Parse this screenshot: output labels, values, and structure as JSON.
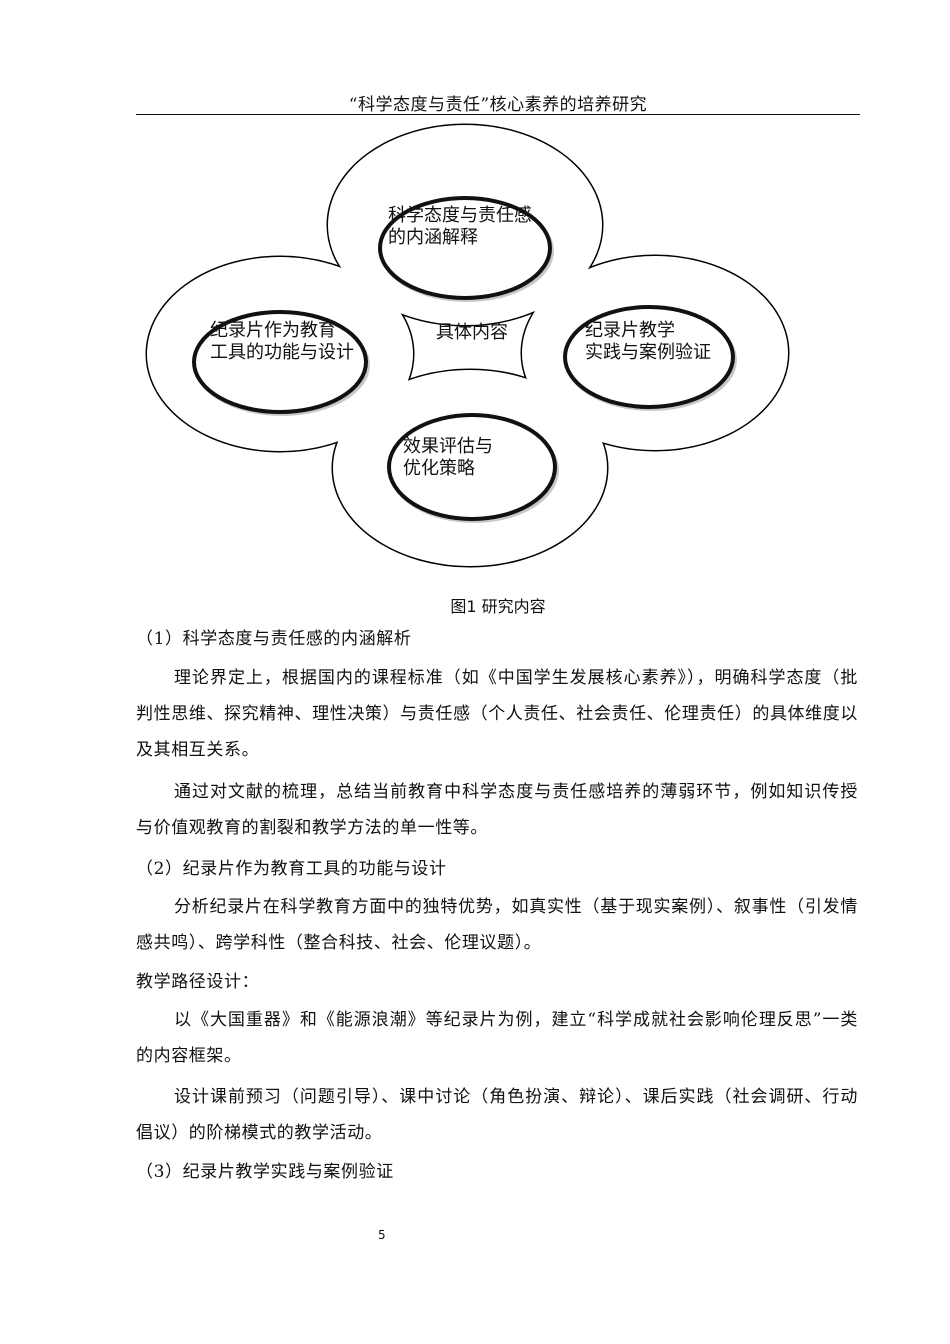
{
  "header": {
    "title": "“科学态度与责任”核心素养的培养研究"
  },
  "figure": {
    "center_label": "具体内容",
    "top_label": [
      "科学态度与责任感",
      "的内涵解释"
    ],
    "left_label": [
      "纪录片作为教育",
      "工具的功能与设计"
    ],
    "right_label": [
      "纪录片教学",
      "实践与案例验证"
    ],
    "bottom_label": [
      "效果评估与",
      "优化策略"
    ],
    "caption": "图1  研究内容"
  },
  "body": {
    "heading_1": "（1）科学态度与责任感的内涵解析",
    "p1": "理论界定上，根据国内的课程标准（如《中国学生发展核心素养》），明确科学态度（批判性思维、探究精神、理性决策）与责任感（个人责任、社会责任、伦理责任）的具体维度以及其相互关系。",
    "p2": "通过对文献的梳理，总结当前教育中科学态度与责任感培养的薄弱环节，例如知识传授与价值观教育的割裂和教学方法的单一性等。",
    "heading_2": "（2）纪录片作为教育工具的功能与设计",
    "p3": "分析纪录片在科学教育方面中的独特优势，如真实性（基于现实案例）、叙事性（引发情感共鸣）、跨学科性（整合科技、社会、伦理议题）。",
    "p4": "教学路径设计：",
    "p5": "以《大国重器》和《能源浪潮》等纪录片为例，建立“科学成就社会影响伦理反思”一类的内容框架。",
    "p6": "设计课前预习（问题引导）、课中讨论（角色扮演、辩论）、课后实践（社会调研、行动倡议）的阶梯模式的教学活动。",
    "heading_3": "（3）纪录片教学实践与案例验证"
  },
  "footer": {
    "page_number": "5"
  }
}
